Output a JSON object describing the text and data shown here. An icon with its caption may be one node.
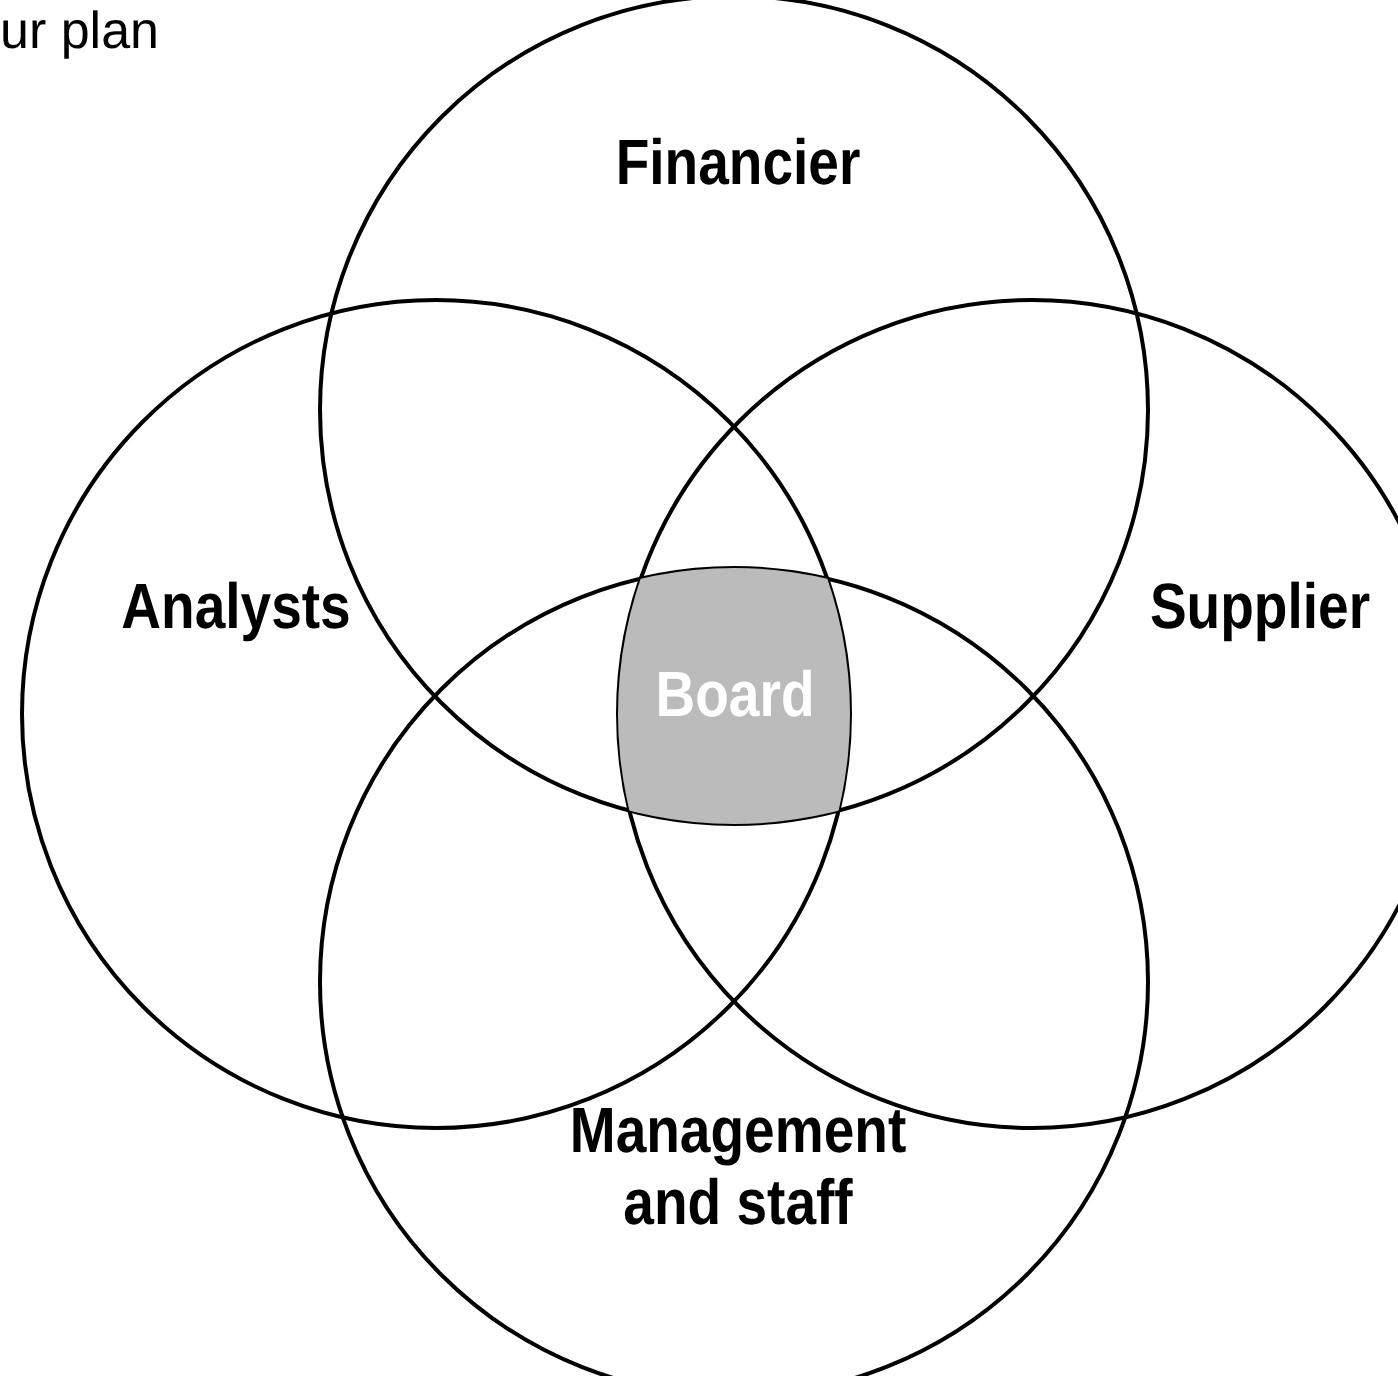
{
  "diagram": {
    "nodes": [
      {
        "text": [
          "Financier"
        ]
      },
      {
        "text": [
          "Analysts"
        ]
      },
      {
        "text": [
          "Supplier"
        ]
      },
      {
        "text": [
          "Management and staff"
        ]
      },
      {
        "text": [
          "Board"
        ]
      }
    ],
    "labels": [
      "ur plan"
    ]
  }
}
